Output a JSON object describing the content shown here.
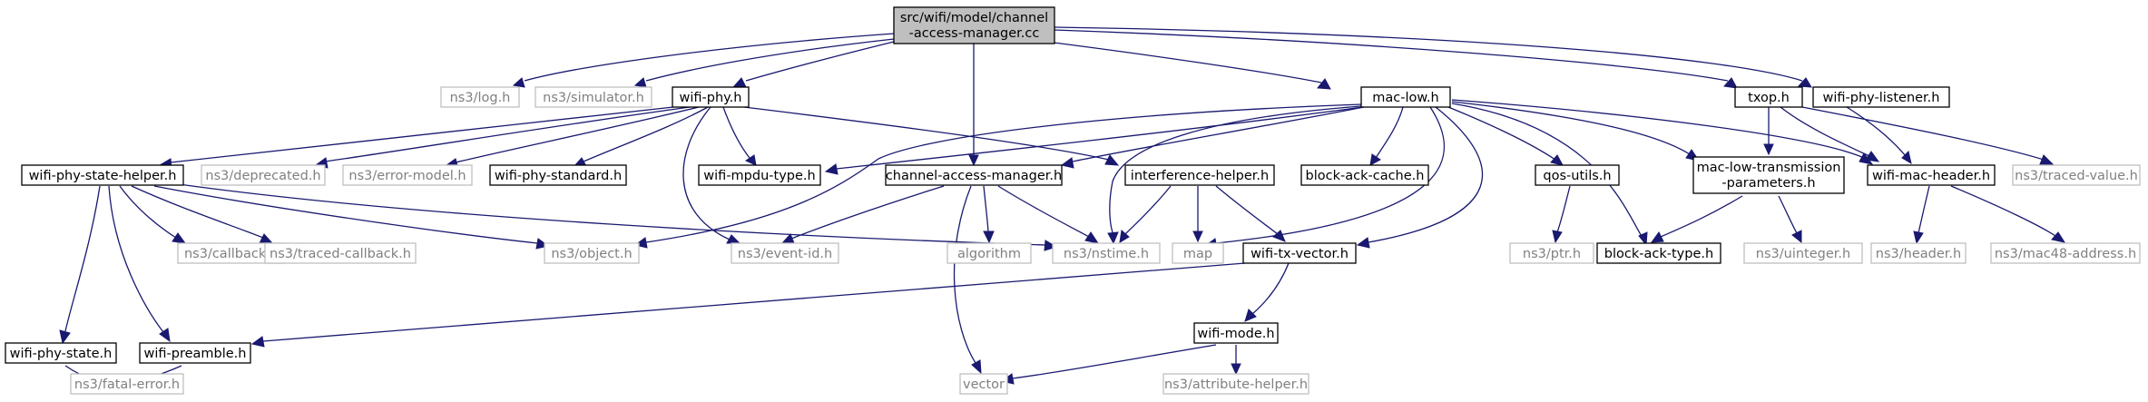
{
  "graph": {
    "root": {
      "label_line1": "src/wifi/model/channel",
      "label_line2": "-access-manager.cc"
    },
    "nodes": {
      "ns3_log": "ns3/log.h",
      "ns3_simulator": "ns3/simulator.h",
      "wifi_phy": "wifi-phy.h",
      "mac_low": "mac-low.h",
      "txop": "txop.h",
      "wifi_phy_listener": "wifi-phy-listener.h",
      "wifi_phy_state_helper": "wifi-phy-state-helper.h",
      "ns3_deprecated": "ns3/deprecated.h",
      "ns3_error_model": "ns3/error-model.h",
      "wifi_phy_standard": "wifi-phy-standard.h",
      "wifi_mpdu_type": "wifi-mpdu-type.h",
      "channel_access_manager": "channel-access-manager.h",
      "interference_helper": "interference-helper.h",
      "block_ack_cache": "block-ack-cache.h",
      "qos_utils": "qos-utils.h",
      "mac_low_tx_params_line1": "mac-low-transmission",
      "mac_low_tx_params_line2": "-parameters.h",
      "wifi_mac_header": "wifi-mac-header.h",
      "ns3_traced_value": "ns3/traced-value.h",
      "ns3_callback": "ns3/callback.h",
      "ns3_traced_callback": "ns3/traced-callback.h",
      "ns3_object": "ns3/object.h",
      "ns3_event_id": "ns3/event-id.h",
      "algorithm": "algorithm",
      "ns3_nstime": "ns3/nstime.h",
      "map": "map",
      "wifi_tx_vector": "wifi-tx-vector.h",
      "ns3_ptr": "ns3/ptr.h",
      "block_ack_type": "block-ack-type.h",
      "ns3_uinteger": "ns3/uinteger.h",
      "ns3_header": "ns3/header.h",
      "ns3_mac48_address": "ns3/mac48-address.h",
      "wifi_phy_state": "wifi-phy-state.h",
      "wifi_preamble": "wifi-preamble.h",
      "wifi_mode": "wifi-mode.h",
      "ns3_fatal_error": "ns3/fatal-error.h",
      "vector": "vector",
      "ns3_attribute_helper": "ns3/attribute-helper.h"
    }
  },
  "colors": {
    "edge": "#191970",
    "documented_border": "#000000",
    "undocumented_border": "#bfbfbf",
    "undocumented_text": "#808080",
    "root_fill": "#bfbfbf"
  }
}
